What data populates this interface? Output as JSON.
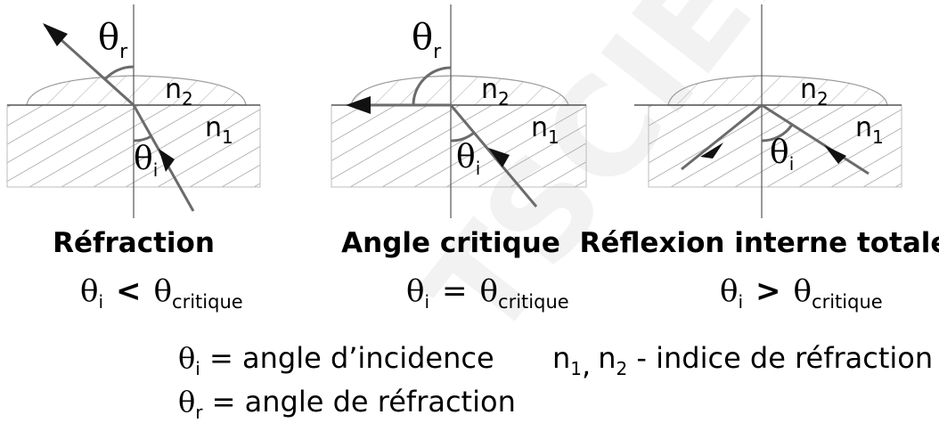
{
  "watermark": "TSCIENCES",
  "theta": "θ",
  "sub": {
    "i": "i",
    "r": "r",
    "one": "1",
    "two": "2"
  },
  "n": "n",
  "panels": [
    {
      "title": "Réfraction",
      "op": "<",
      "crit": "critique"
    },
    {
      "title": "Angle critique",
      "op": "=",
      "crit": "critique"
    },
    {
      "title": "Réflexion interne totale",
      "op": ">",
      "crit": "critique"
    }
  ],
  "legend": {
    "theta_i_def": " = angle d’incidence",
    "theta_r_def": " = angle de réfraction",
    "n_comma": ",",
    "n_def": " - indice de réfraction"
  }
}
